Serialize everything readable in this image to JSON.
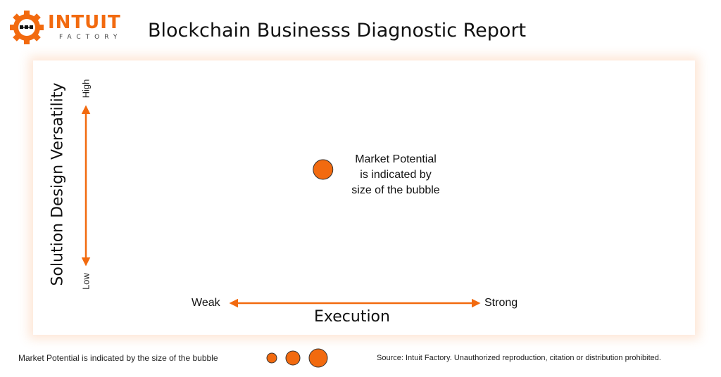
{
  "brand": {
    "name": "INTUIT",
    "subtitle": "FACTORY",
    "accent_color": "#f26a0f"
  },
  "report_title": "Blockchain Businesss Diagnostic Report",
  "chart_data": {
    "type": "scatter",
    "title": "Blockchain Businesss Diagnostic Report",
    "xlabel": "Execution",
    "ylabel": "Solution Design Versatility",
    "x_tick_labels": [
      "Weak",
      "Strong"
    ],
    "y_tick_labels": [
      "Low",
      "High"
    ],
    "xlim": [
      0,
      1
    ],
    "ylim": [
      0,
      1
    ],
    "grid": false,
    "series": [
      {
        "x": [
          0.37
        ],
        "y": [
          0.6
        ],
        "size": [
          2
        ],
        "color": "#f26a0f"
      }
    ],
    "annotation": [
      "Market Potential",
      "is indicated by",
      "size of the bubble"
    ],
    "legend": {
      "text": "Market Potential is indicated by the size of the bubble",
      "sizes": [
        1,
        2,
        3
      ],
      "placement": "bottom-left"
    }
  },
  "source_note": "Source: Intuit Factory. Unauthorized reproduction, citation or distribution prohibited."
}
